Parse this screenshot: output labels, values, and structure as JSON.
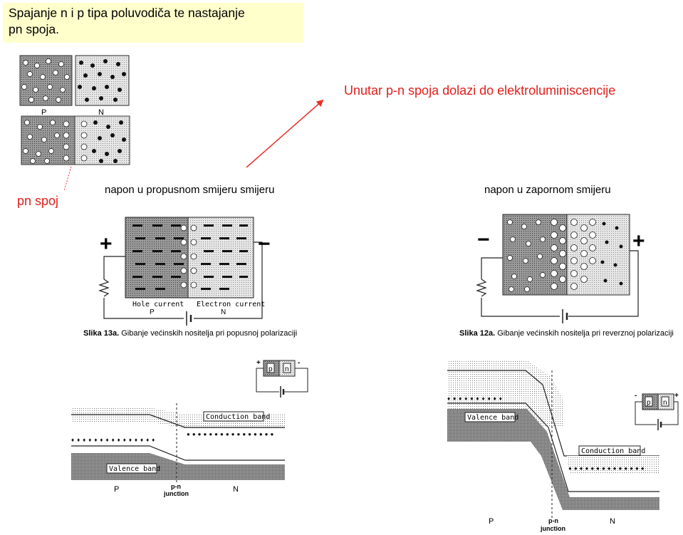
{
  "header": {
    "title_line1": "Spajanje n i p tipa poluvodiča te nastajanje",
    "title_line2": "pn spoja."
  },
  "annotations": {
    "electroluminescence": "Unutar p-n spoja dolazi do elektroluminiscencije",
    "pn_junction": "pn spoj",
    "forward_bias": "napon u propusnom smijeru smijeru",
    "reverse_bias": "napon u zapornom smijeru"
  },
  "crystal_diagram": {
    "p_label": "P",
    "n_label": "N"
  },
  "forward_figure": {
    "plus": "+",
    "minus": "−",
    "hole_current": "Hole current",
    "electron_current": "Electron current",
    "p_label": "P",
    "n_label": "N",
    "caption_bold": "Slika 13a.",
    "caption_text": "Gibanje većinskih nositelja pri popusnoj polarizaciji"
  },
  "reverse_figure": {
    "plus": "+",
    "minus": "−",
    "caption_bold": "Slika 12a.",
    "caption_text": "Gibanje većinskih nositelja pri reverznoj polarizaciji"
  },
  "forward_band": {
    "conduction_band": "Conduction band",
    "valence_band": "Valence band",
    "p_label": "P",
    "junction_line1": "p-n",
    "junction_line2": "junction",
    "n_label": "N",
    "diode_p": "p",
    "diode_n": "n",
    "diode_plus": "+",
    "diode_minus": "-"
  },
  "reverse_band": {
    "conduction_band": "Conduction band",
    "valence_band": "Valence band",
    "p_label": "P",
    "junction_line1": "p-n",
    "junction_line2": "junction",
    "n_label": "N",
    "diode_p": "p",
    "diode_n": "n",
    "diode_plus": "+",
    "diode_minus": "-"
  },
  "colors": {
    "title_bg": "#ffffcc",
    "accent_red": "#e0201c",
    "arrow_red": "#e8322d",
    "p_region": "#8c8c8c",
    "n_region": "#d9d9d9",
    "band_dark": "#808080"
  }
}
